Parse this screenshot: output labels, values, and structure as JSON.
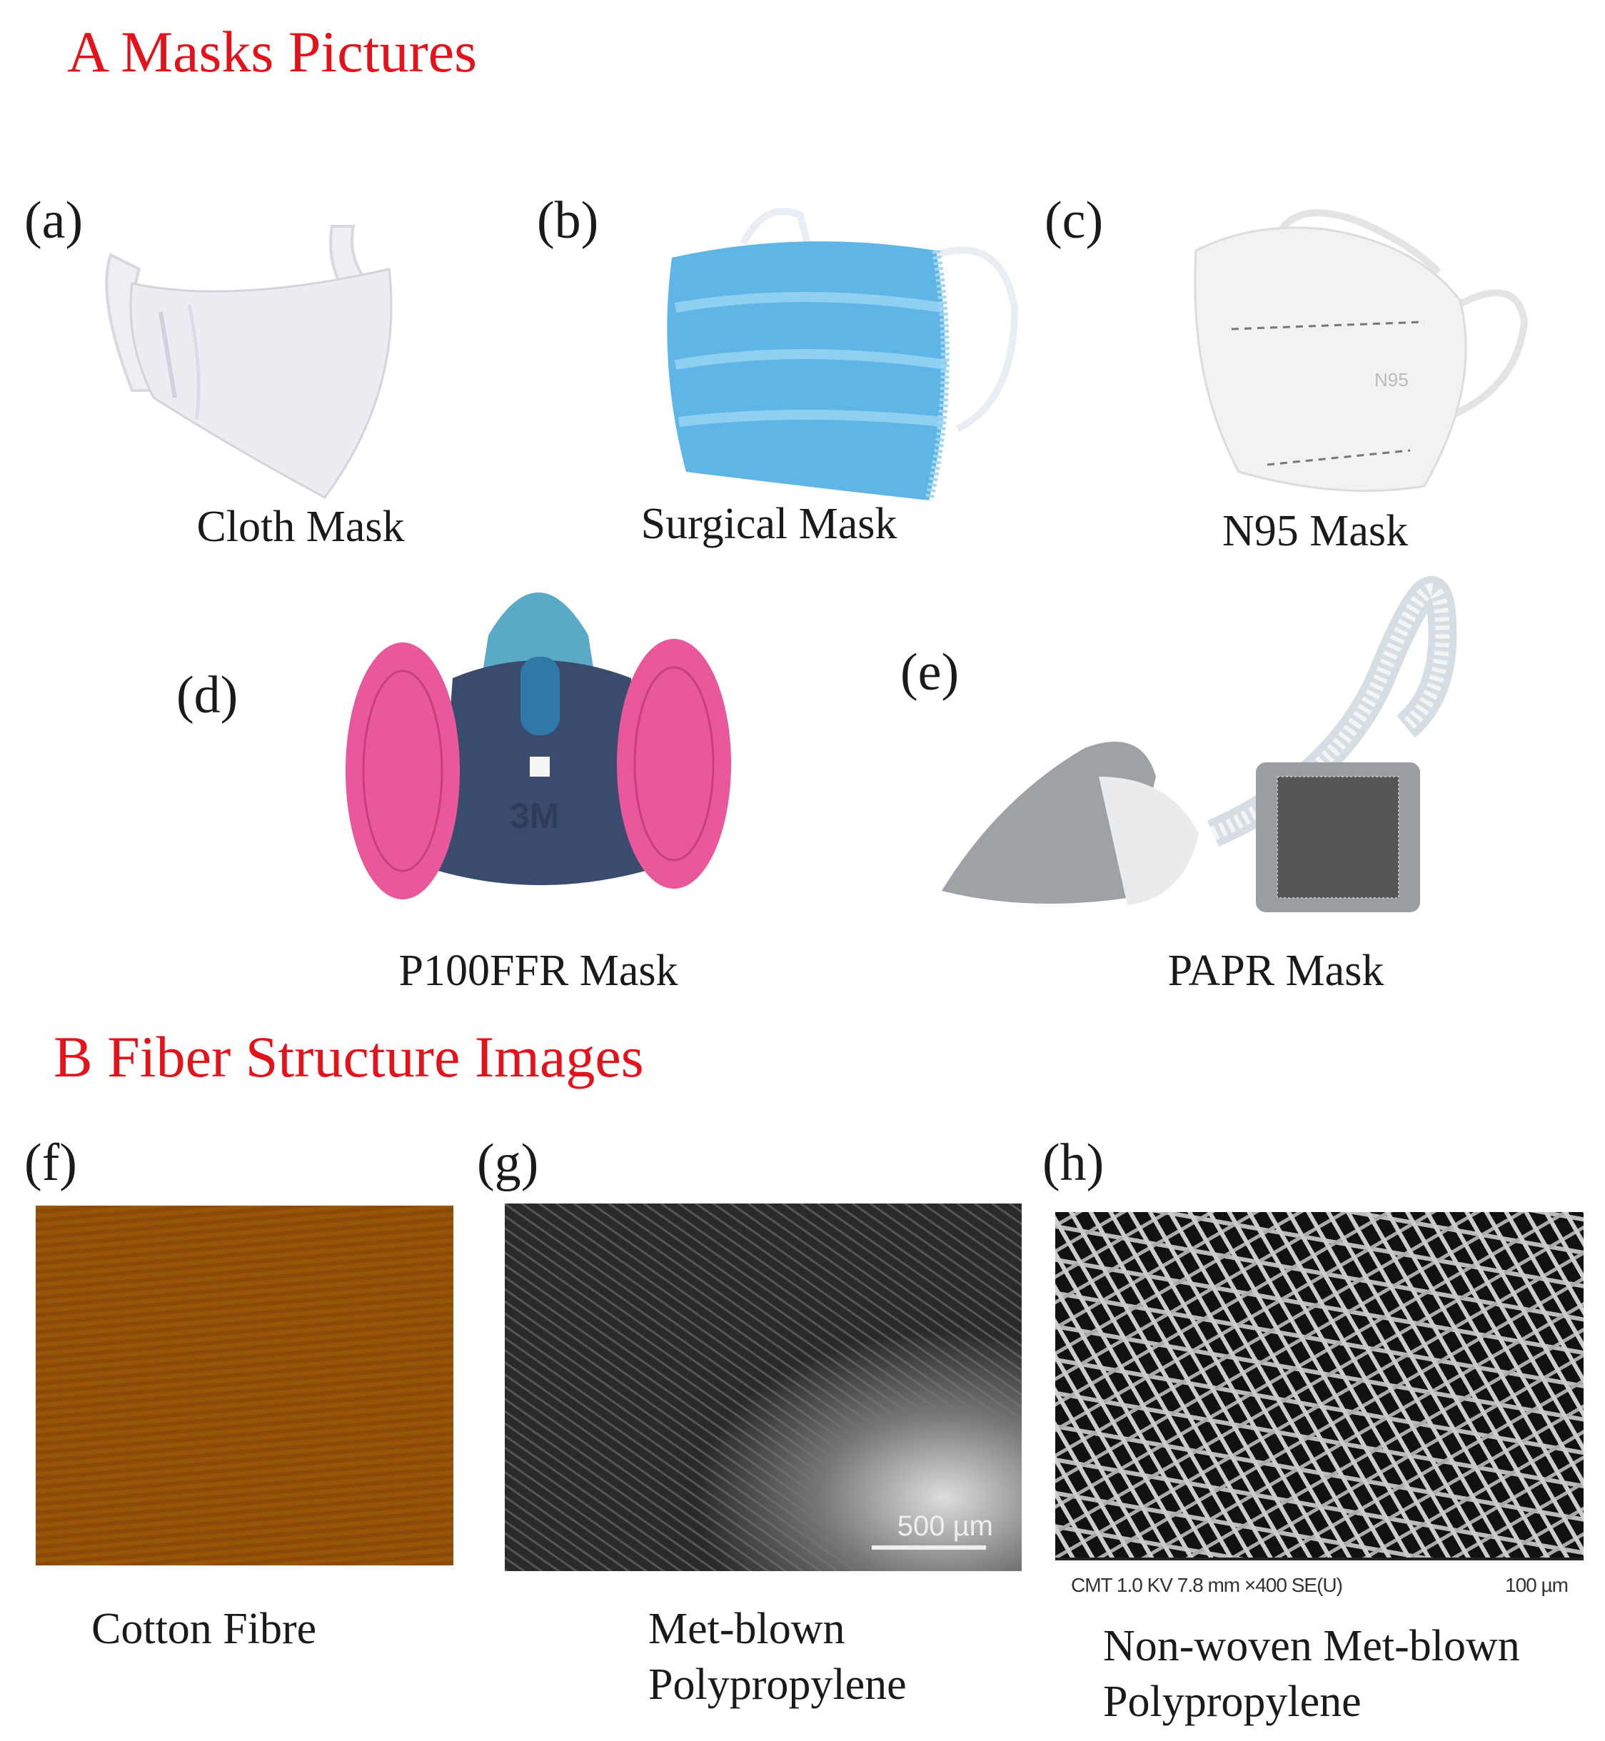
{
  "sections": {
    "a_title": "A Masks Pictures",
    "b_title": "B Fiber Structure Images"
  },
  "panels": [
    {
      "label": "(a)",
      "caption": "Cloth Mask"
    },
    {
      "label": "(b)",
      "caption": "Surgical Mask"
    },
    {
      "label": "(c)",
      "caption": "N95 Mask",
      "print": "N95"
    },
    {
      "label": "(d)",
      "caption": "P100FFR Mask",
      "print": "3M"
    },
    {
      "label": "(e)",
      "caption": "PAPR Mask"
    },
    {
      "label": "(f)",
      "caption": "Cotton Fibre"
    },
    {
      "label": "(g)",
      "caption_line1": "Met-blown",
      "caption_line2": "Polypropylene",
      "scale_bar": "500 µm"
    },
    {
      "label": "(h)",
      "caption_line1": "Non-woven Met-blown",
      "caption_line2": "Polypropylene",
      "sem_info": "CMT 1.0 KV 7.8 mm ×400 SE(U)",
      "scale_bar": "100 µm"
    }
  ],
  "colors": {
    "title": "#e3121b",
    "surgical": "#5fb6e6",
    "filter_pink": "#e8589a",
    "cotton": "#c2902e"
  }
}
